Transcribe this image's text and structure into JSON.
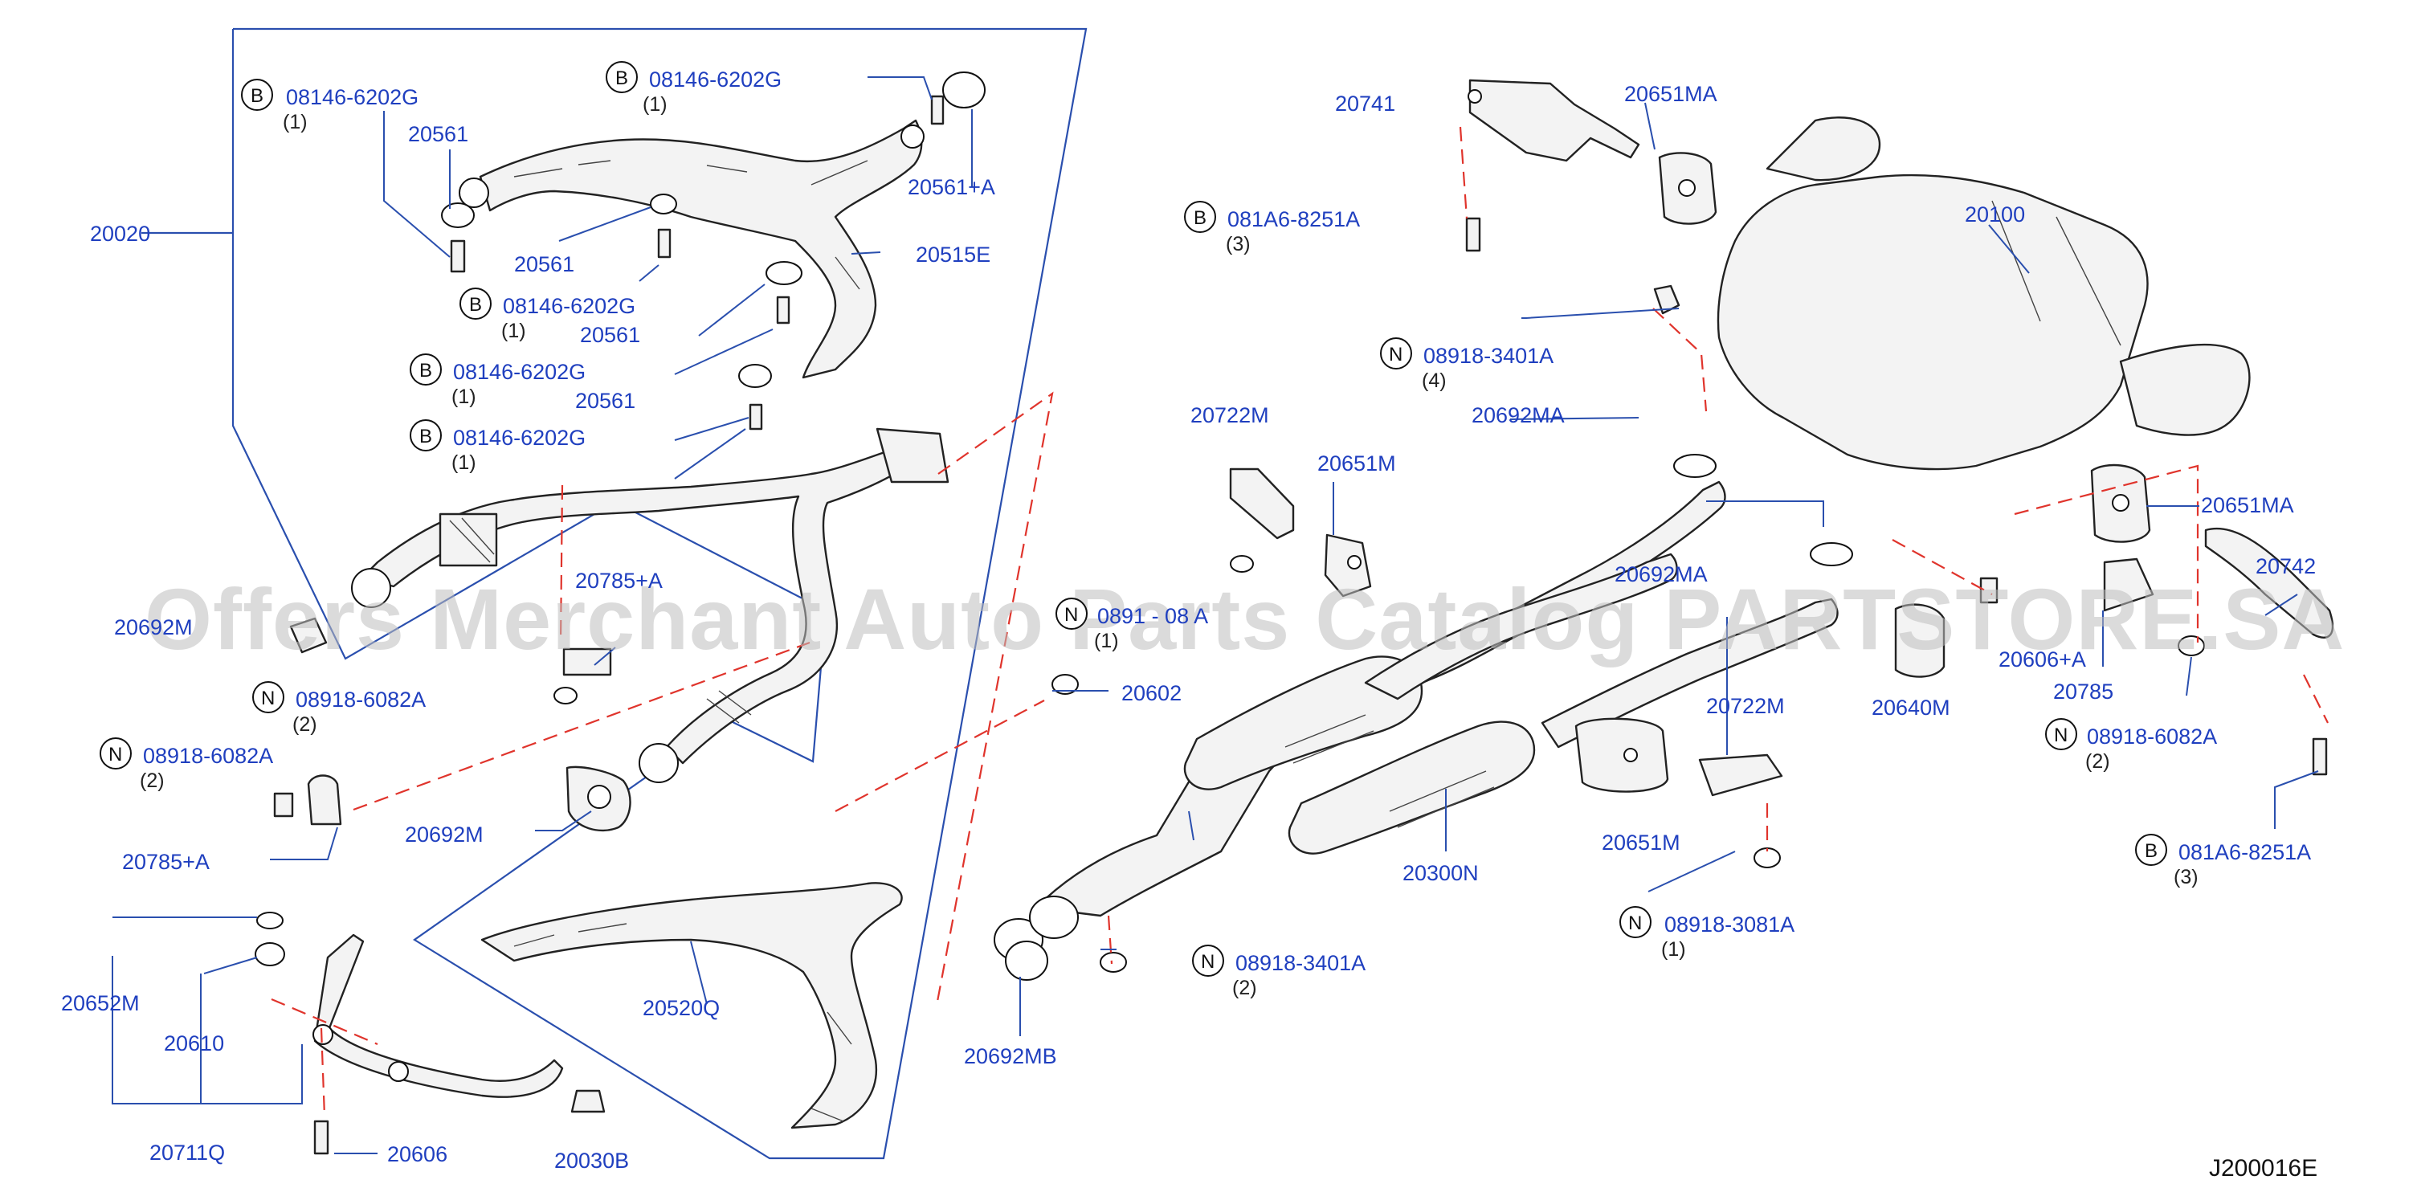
{
  "diagram_code": "J200016E",
  "watermark": "Offers Merchant Auto Parts Catalog PARTSTORE.SA",
  "parts": {
    "p20020": "20020",
    "p20561_a": "20561",
    "p20561_b": "20561",
    "p20561_c": "20561",
    "p20561_d": "20561",
    "p20561A": "20561+A",
    "p20515E": "20515E",
    "p20692M_l": "20692M",
    "p20692M": "20692M",
    "p20785A_top": "20785+A",
    "p20785A": "20785+A",
    "p20652M": "20652M",
    "p20610": "20610",
    "p20711Q": "20711Q",
    "p20606": "20606",
    "p20030B": "20030B",
    "p20520Q": "20520Q",
    "p20602": "20602",
    "p20692MB": "20692MB",
    "p20300N": "20300N",
    "p20722M_a": "20722M",
    "p20722M_b": "20722M",
    "p20651M_a": "20651M",
    "p20651M_b": "20651M",
    "p20741": "20741",
    "p20651MA_a": "20651MA",
    "p20651MA_b": "20651MA",
    "p20100": "20100",
    "p20692MA_a": "20692MA",
    "p20692MA_b": "20692MA",
    "p20640M": "20640M",
    "p20606A": "20606+A",
    "p20785": "20785",
    "p20742": "20742"
  },
  "fasteners": {
    "b1": {
      "badge": "B",
      "code": "08146-6202G",
      "qty": "(1)"
    },
    "b2": {
      "badge": "B",
      "code": "08146-6202G",
      "qty": "(1)"
    },
    "b3": {
      "badge": "B",
      "code": "08146-6202G",
      "qty": "(1)"
    },
    "b4": {
      "badge": "B",
      "code": "08146-6202G",
      "qty": "(1)"
    },
    "b5": {
      "badge": "B",
      "code": "08146-6202G",
      "qty": "(1)"
    },
    "n1": {
      "badge": "N",
      "code": "08918-6082A",
      "qty": "(2)"
    },
    "n2": {
      "badge": "N",
      "code": "08918-6082A",
      "qty": "(2)"
    },
    "n3": {
      "badge": "N",
      "code": "0891 - 08 A",
      "qty": "(1)"
    },
    "b6": {
      "badge": "B",
      "code": "081A6-8251A",
      "qty": "(3)"
    },
    "n4": {
      "badge": "N",
      "code": "08918-3401A",
      "qty": "(4)"
    },
    "n5": {
      "badge": "N",
      "code": "08918-3401A",
      "qty": "(2)"
    },
    "n6": {
      "badge": "N",
      "code": "08918-3081A",
      "qty": "(1)"
    },
    "n7": {
      "badge": "N",
      "code": "08918-6082A",
      "qty": "(2)"
    },
    "b7": {
      "badge": "B",
      "code": "081A6-8251A",
      "qty": "(3)"
    }
  },
  "colors": {
    "label": "#1f3fbf",
    "leader": "#2a4fae",
    "dashed": "#e0342c",
    "line_art": "#222222",
    "watermark": "#bdbdbd"
  }
}
